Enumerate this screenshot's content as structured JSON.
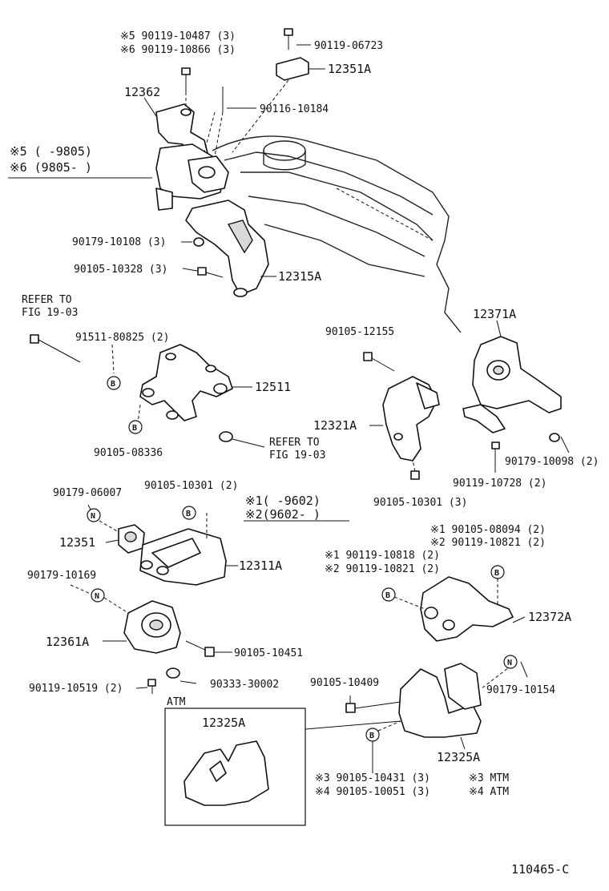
{
  "figure_code": "110465-C",
  "notes": {
    "n5_range": "※5 (      -9805)",
    "n6_range": "※6 (9805-      )",
    "n1_range": "※1(      -9602)",
    "n2_range": "※2(9602-      )",
    "n3_mtm": "※3 MTM",
    "n4_atm": "※4 ATM",
    "atm_box_label": "ATM",
    "refer_to_top": "REFER TO",
    "fig_top": "FIG 19-03",
    "refer_to_mid": "REFER TO",
    "fig_mid": "FIG 19-03"
  },
  "parts": {
    "p_5_90119_10487": "※5 90119-10487 (3)",
    "p_6_90119_10866": "※6 90119-10866 (3)",
    "p_90119_06723": "90119-06723",
    "p_12351A": "12351A",
    "p_12362": "12362",
    "p_90116_10184": "90116-10184",
    "p_90179_10108": "90179-10108 (3)",
    "p_90105_10328": "90105-10328 (3)",
    "p_12315A": "12315A",
    "p_91511_80825": "91511-80825 (2)",
    "p_12511": "12511",
    "p_90105_08336": "90105-08336",
    "p_90105_12155": "90105-12155",
    "p_12371A": "12371A",
    "p_12321A": "12321A",
    "p_90179_10098": "90179-10098 (2)",
    "p_90119_10728": "90119-10728 (2)",
    "p_90105_10301_3": "90105-10301 (3)",
    "p_90179_06007": "90179-06007",
    "p_90105_10301_2": "90105-10301 (2)",
    "p_12351": "12351",
    "p_12311A": "12311A",
    "p_1_90105_08094": "※1 90105-08094 (2)",
    "p_2_90119_10821_a": "※2 90119-10821 (2)",
    "p_1_90119_10818": "※1 90119-10818 (2)",
    "p_2_90119_10821_b": "※2 90119-10821 (2)",
    "p_90179_10169": "90179-10169",
    "p_12361A": "12361A",
    "p_12372A": "12372A",
    "p_90105_10451": "90105-10451",
    "p_90119_10519": "90119-10519 (2)",
    "p_90333_30002": "90333-30002",
    "p_90105_10409": "90105-10409",
    "p_90179_10154": "90179-10154",
    "p_12325A_box": "12325A",
    "p_12325A": "12325A",
    "p_3_90105_10431": "※3 90105-10431 (3)",
    "p_4_90105_10051": "※4 90105-10051 (3)"
  },
  "markers": {
    "B": "B",
    "N": "N"
  }
}
